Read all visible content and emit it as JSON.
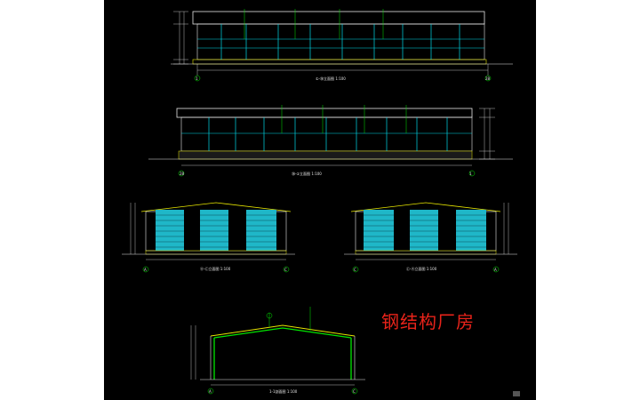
{
  "drawing": {
    "watermark_title": "钢结构厂房",
    "watermark_color": "#e8231a",
    "views": {
      "elev_a": {
        "title": "①-㉘立面图",
        "scale": "1:100",
        "axis_left": "1",
        "axis_right": "28"
      },
      "elev_b": {
        "title": "㉘-①立面图",
        "scale": "1:100",
        "axis_left": "28",
        "axis_right": "1"
      },
      "elev_c": {
        "title": "Ⓐ-Ⓒ立面图",
        "scale": "1:100",
        "axis_left": "A",
        "axis_right": "C"
      },
      "elev_d": {
        "title": "Ⓒ-Ⓐ立面图",
        "scale": "1:100",
        "axis_left": "C",
        "axis_right": "A"
      },
      "section": {
        "title": "1-1剖面图",
        "scale": "1:100",
        "axis_left": "A",
        "axis_right": "C"
      }
    },
    "colors": {
      "line_white": "#e6e6e6",
      "line_yellow": "#e6e600",
      "line_green": "#00e600",
      "line_cyan": "#00d8e8",
      "shutter_cyan": "#1fb7c8"
    }
  }
}
